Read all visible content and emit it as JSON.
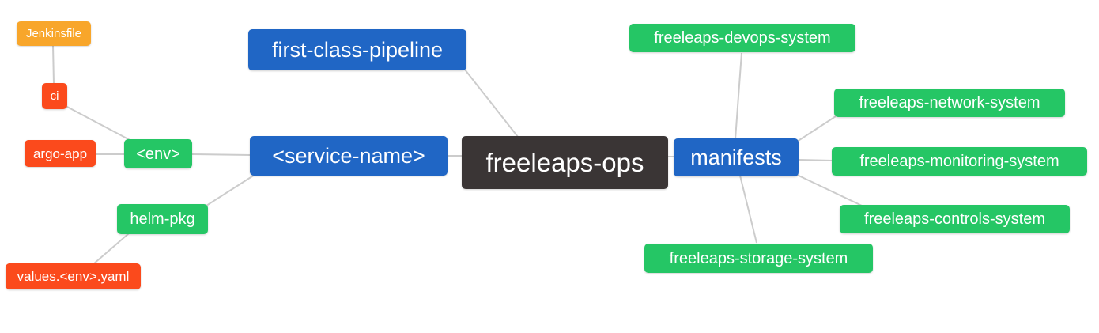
{
  "diagram": {
    "title": "freeleaps-ops mindmap",
    "colors": {
      "blue": "#2066c5",
      "green": "#25c665",
      "red": "#fb4a1c",
      "orange": "#f8a62b",
      "dark": "#3a3535",
      "edge": "#cccccc",
      "text": "#ffffff"
    },
    "nodes": {
      "jenkinsfile": {
        "label": "Jenkinsfile",
        "color": "orange"
      },
      "ci": {
        "label": "ci",
        "color": "red"
      },
      "argo_app": {
        "label": "argo-app",
        "color": "red"
      },
      "env": {
        "label": "<env>",
        "color": "green"
      },
      "helm_pkg": {
        "label": "helm-pkg",
        "color": "green"
      },
      "values_env_yaml": {
        "label": "values.<env>.yaml",
        "color": "red"
      },
      "service_name": {
        "label": "<service-name>",
        "color": "blue"
      },
      "first_class_pipeline": {
        "label": "first-class-pipeline",
        "color": "blue"
      },
      "freeleaps_ops": {
        "label": "freeleaps-ops",
        "color": "dark"
      },
      "manifests": {
        "label": "manifests",
        "color": "blue"
      },
      "devops_system": {
        "label": "freeleaps-devops-system",
        "color": "green"
      },
      "network_system": {
        "label": "freeleaps-network-system",
        "color": "green"
      },
      "monitoring_system": {
        "label": "freeleaps-monitoring-system",
        "color": "green"
      },
      "controls_system": {
        "label": "freeleaps-controls-system",
        "color": "green"
      },
      "storage_system": {
        "label": "freeleaps-storage-system",
        "color": "green"
      }
    },
    "edges": [
      {
        "from": "jenkinsfile",
        "to": "ci"
      },
      {
        "from": "ci",
        "to": "env"
      },
      {
        "from": "argo_app",
        "to": "env"
      },
      {
        "from": "env",
        "to": "service_name"
      },
      {
        "from": "helm_pkg",
        "to": "service_name"
      },
      {
        "from": "values_env_yaml",
        "to": "helm_pkg"
      },
      {
        "from": "service_name",
        "to": "freeleaps_ops"
      },
      {
        "from": "first_class_pipeline",
        "to": "freeleaps_ops"
      },
      {
        "from": "freeleaps_ops",
        "to": "manifests"
      },
      {
        "from": "manifests",
        "to": "devops_system"
      },
      {
        "from": "manifests",
        "to": "network_system"
      },
      {
        "from": "manifests",
        "to": "monitoring_system"
      },
      {
        "from": "manifests",
        "to": "controls_system"
      },
      {
        "from": "manifests",
        "to": "storage_system"
      }
    ]
  }
}
